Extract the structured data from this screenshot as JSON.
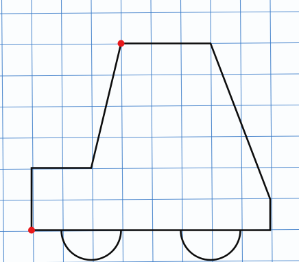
{
  "diagram": {
    "paper_color": "#fbfdfe",
    "grid_color": "#3a7bc8",
    "outline_color": "#0d0d0d",
    "marker_color": "#e8191c",
    "grid": {
      "columns": 10,
      "rows": 8
    },
    "car_outline_vertices": [
      [
        0,
        5
      ],
      [
        0,
        7
      ],
      [
        8,
        7
      ],
      [
        8,
        6
      ],
      [
        6,
        1
      ],
      [
        3,
        1
      ],
      [
        2,
        5
      ]
    ],
    "wheels": [
      {
        "from": [
          1,
          7
        ],
        "to": [
          3,
          7
        ]
      },
      {
        "from": [
          5,
          7
        ],
        "to": [
          7,
          7
        ]
      }
    ],
    "highlighted_points": [
      {
        "name": "bottom-left-corner",
        "at": [
          0,
          7
        ]
      },
      {
        "name": "roof-left-corner",
        "at": [
          3,
          1
        ]
      }
    ]
  }
}
